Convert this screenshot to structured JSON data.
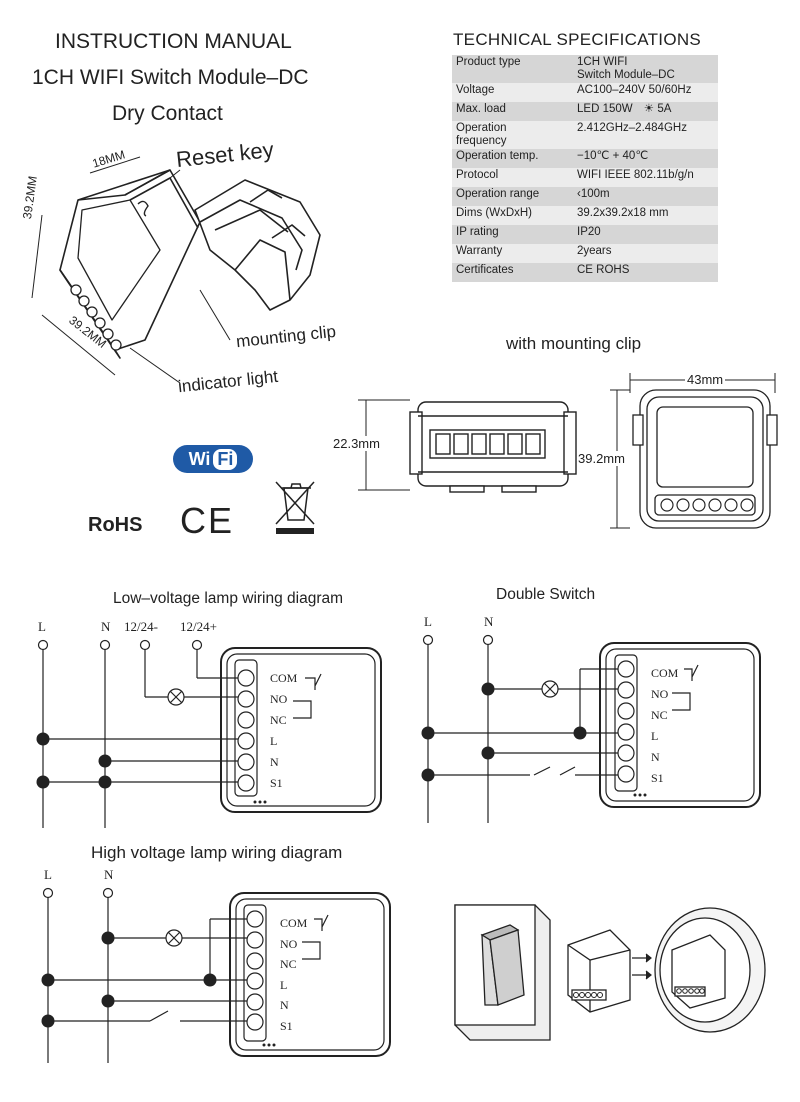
{
  "header": {
    "line1": "INSTRUCTION MANUAL",
    "line2": "1CH WIFI Switch Module–DC",
    "line3": "Dry Contact"
  },
  "specs": {
    "title": "TECHNICAL SPECIFICATIONS",
    "rows": [
      {
        "key": "Product type",
        "value": "1CH WIFI\nSwitch Module–DC"
      },
      {
        "key": "Voltage",
        "value": "AC100–240V 50/60Hz"
      },
      {
        "key": "Max. load",
        "value": "LED 150W",
        "extra": "5A"
      },
      {
        "key": "Operation\nfrequency",
        "value": "2.412GHz–2.484GHz"
      },
      {
        "key": "Operation temp.",
        "value": "−10℃ + 40℃"
      },
      {
        "key": "Protocol",
        "value": "WIFI  IEEE 802.11b/g/n"
      },
      {
        "key": "Operation range",
        "value": "‹100m"
      },
      {
        "key": "Dims (WxDxH)",
        "value": "39.2x39.2x18 mm"
      },
      {
        "key": "IP rating",
        "value": "IP20"
      },
      {
        "key": "Warranty",
        "value": "2years"
      },
      {
        "key": "Certificates",
        "value": "CE ROHS"
      }
    ]
  },
  "product": {
    "dim_top": "18MM",
    "dim_side": "39.2MM",
    "dim_bottom": "39.2MM",
    "reset_key": "Reset key",
    "mounting_clip": "mounting clip",
    "indicator_light": "indicator light"
  },
  "clip_view": {
    "title": "with mounting clip",
    "height_dim": "22.3mm",
    "width_dim": "43mm",
    "depth_dim": "39.2mm"
  },
  "logos": {
    "wifi_a": "Wi",
    "wifi_b": "Fi",
    "rohs": "RoHS",
    "ce": "CE"
  },
  "terminals": [
    "COM",
    "NO",
    "NC",
    "L",
    "N",
    "S1"
  ],
  "low_voltage": {
    "title": "Low–voltage lamp wiring diagram",
    "inputs": [
      "L",
      "N",
      "12/24-",
      "12/24+"
    ]
  },
  "double_switch": {
    "title": "Double Switch",
    "inputs": [
      "L",
      "N"
    ]
  },
  "high_voltage": {
    "title": "High voltage lamp wiring diagram",
    "inputs": [
      "L",
      "N"
    ]
  }
}
